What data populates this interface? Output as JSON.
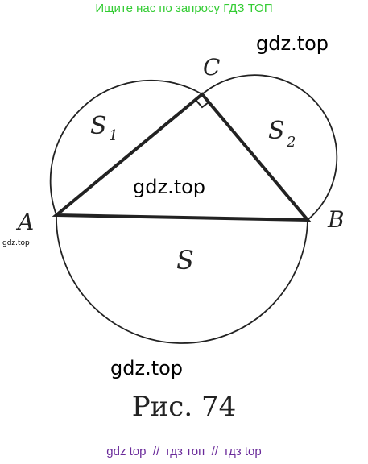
{
  "header": {
    "link_text": "Ищите нас по запросу ГДЗ ТОП"
  },
  "watermarks": [
    "gdz.top",
    "gdz.top",
    "gdz.top",
    "gdz.top"
  ],
  "figure": {
    "vertices": {
      "A": "A",
      "B": "B",
      "C": "C"
    },
    "areas": {
      "S1": "S",
      "S1_sub": "1",
      "S2": "S",
      "S2_sub": "2",
      "S": "S"
    },
    "caption": "Рис. 74"
  },
  "footer": {
    "text": "gdz top  //  гдз топ  //  гдз top"
  }
}
